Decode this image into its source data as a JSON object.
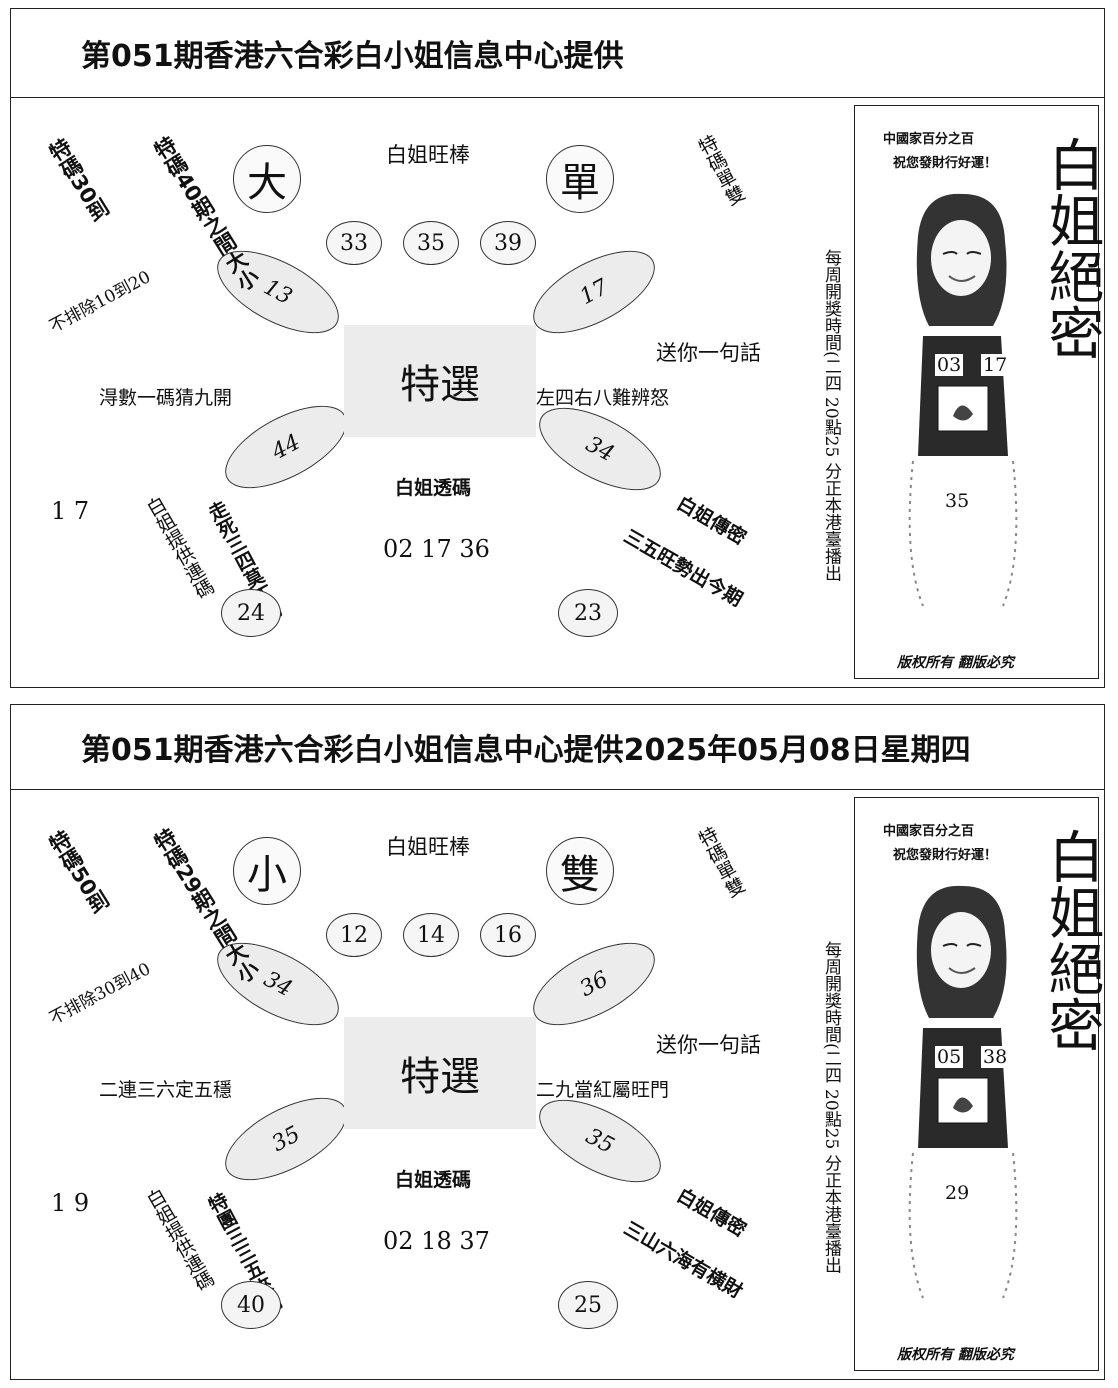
{
  "panels": [
    {
      "header": "第051期香港六合彩白小姐信息中心提供",
      "big_left": "大",
      "big_right": "單",
      "bai_wang": "白姐旺棒",
      "top_nums": [
        "33",
        "35",
        "39"
      ],
      "ell_left_top": "13",
      "ell_right_top": "17",
      "ell_left_bottom": "44",
      "ell_right_bottom": "34",
      "special": "特選",
      "gift": "送你一句話",
      "left_phrase": "淂數一碼猜九開",
      "right_phrase": "左四右八難辨怒",
      "exclude": "不排除10到20",
      "left_col1": "特碼30到",
      "left_col2": "特碼40期之間大小",
      "right_top_vert": "特碼單雙",
      "tou_ma": "白姐透碼",
      "tou_nums": "02  17  36",
      "one_seven": "1    7",
      "lianma": "白姐提供連碼",
      "lianma_poem": "走死三四莫丁劫",
      "chuanmi": "白姐傳密",
      "chuanmi_poem": "三五旺勢出今期",
      "bottom_left_num": "24",
      "bottom_right_num": "23",
      "ad_slogan1": "中國家百分之百",
      "ad_slogan2": "祝您發財行好運！",
      "ad_title": "白姐絕密",
      "ad_schedule": "每周開獎時間(二四 20點25 分正本港臺播出",
      "ad_num_a": "03",
      "ad_num_b": "17",
      "ad_num_c": "35",
      "ad_copyright": "版权所有   翻版必究"
    },
    {
      "header": "第051期香港六合彩白小姐信息中心提供2025年05月08日星期四",
      "big_left": "小",
      "big_right": "雙",
      "bai_wang": "白姐旺棒",
      "top_nums": [
        "12",
        "14",
        "16"
      ],
      "ell_left_top": "34",
      "ell_right_top": "36",
      "ell_left_bottom": "35",
      "ell_right_bottom": "35",
      "special": "特選",
      "gift": "送你一句話",
      "left_phrase": "二連三六定五穩",
      "right_phrase": "二九當紅屬旺門",
      "exclude": "不排除30到40",
      "left_col1": "特碼50到",
      "left_col2": "特碼29期之間大小",
      "right_top_vert": "特碼單雙",
      "tou_ma": "白姐透碼",
      "tou_nums": "02  18  37",
      "one_seven": "1    9",
      "lianma": "白姐提供連碼",
      "lianma_poem": "特團三三五來開",
      "chuanmi": "白姐傳密",
      "chuanmi_poem": "三山六海有横財",
      "bottom_left_num": "40",
      "bottom_right_num": "25",
      "ad_slogan1": "中國家百分之百",
      "ad_slogan2": "祝您發財行好運！",
      "ad_title": "白姐絕密",
      "ad_schedule": "每周開獎時間(二四 20點25 分正本港臺播出",
      "ad_num_a": "05",
      "ad_num_b": "38",
      "ad_num_c": "29",
      "ad_copyright": "版权所有   翻版必究"
    }
  ]
}
